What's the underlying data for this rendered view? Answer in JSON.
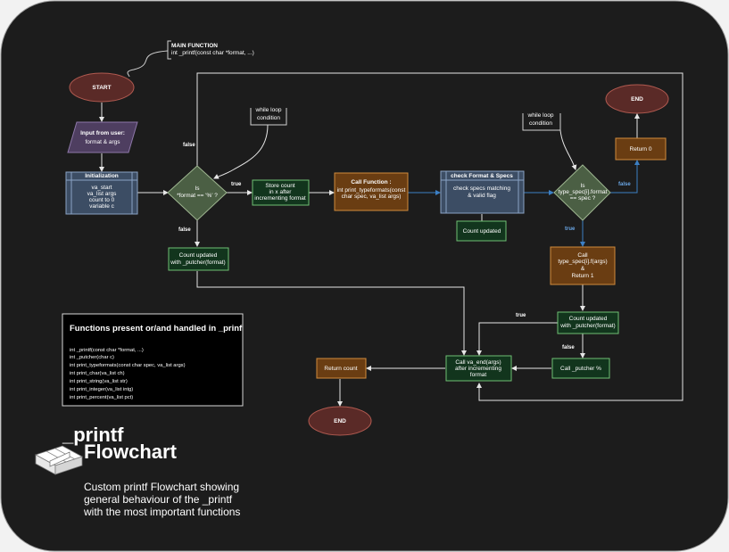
{
  "diagram": {
    "title_line1": "_printf",
    "title_line2": "Flowchart",
    "description": [
      "Custom printf Flowchart showing",
      "general behaviour of the _printf",
      "with the most important functions"
    ],
    "main_function_note": [
      "MAIN FUNCTION",
      "int _printf(const char *format, ...)"
    ],
    "nodes": {
      "start": "START",
      "input": [
        "Input from user:",
        "format  & args"
      ],
      "init_title": "Initialization",
      "init_body": [
        "va_start",
        "va_list args",
        "count to 0",
        "variable c"
      ],
      "cond_format": [
        "Is",
        "*format == '%' ?"
      ],
      "loop_note_1": [
        "while loop",
        "condition"
      ],
      "store_count": [
        "Store count",
        "in x after",
        "incrementing format"
      ],
      "call_function": [
        "Call Function :",
        "int print_typeformats(const",
        "char spec, va_list args)"
      ],
      "check_format_title": "check Format & Specs",
      "check_format_body": [
        "check specs matching",
        "& valid flag"
      ],
      "count_updated_1": "Count updated",
      "loop_note_2": [
        "while loop",
        "condition"
      ],
      "cond_spec": [
        "Is",
        "type_spec[i].format",
        "== spec ?"
      ],
      "end_top": "END",
      "return_0": "Return 0",
      "call_type_spec": [
        "Call",
        "type_spec[i].f(args)",
        "&",
        "Return 1"
      ],
      "count_updated_putchar_left": [
        "Count updated",
        "with _putcher(format)"
      ],
      "count_updated_putchar_right": [
        "Count updated",
        "with _putcher(format)"
      ],
      "call_putcher": "Call _putcher %",
      "call_va_end": [
        "Call va_end(args)",
        "after incrementing",
        "format"
      ],
      "return_count": "Return count",
      "end_bottom": "END"
    },
    "edge_labels": {
      "true_1": "true",
      "false_1": "false",
      "false_2": "false",
      "true_2": "true",
      "false_3": "false",
      "true_3": "true",
      "false_4": "false"
    },
    "functions_box": {
      "title": "Functions present or/and handled in _prinf",
      "items": [
        "int _printf(const char *format, ...)",
        " int _putcher(char c)",
        "int print_typeformats(const char spec, va_list args)",
        "int print_char(va_list ch)",
        "int print_string(va_list str)",
        "int print_integer(va_list intg)",
        "int print_percent(va_list pct)"
      ]
    },
    "colors": {
      "background": "#000000",
      "frame": "#1d1d1d",
      "start_end": "#5a2a27",
      "input": "#4e3e60",
      "init": "#3c4d64",
      "decision": "#4b5f44",
      "process_green": "#12351d",
      "call_function": "#6a3d12",
      "call_type_spec": "#6a3d12",
      "return_box": "#6a3d12",
      "lines": "#bfbfbf",
      "blue_lines": "#3b7fc4"
    }
  }
}
